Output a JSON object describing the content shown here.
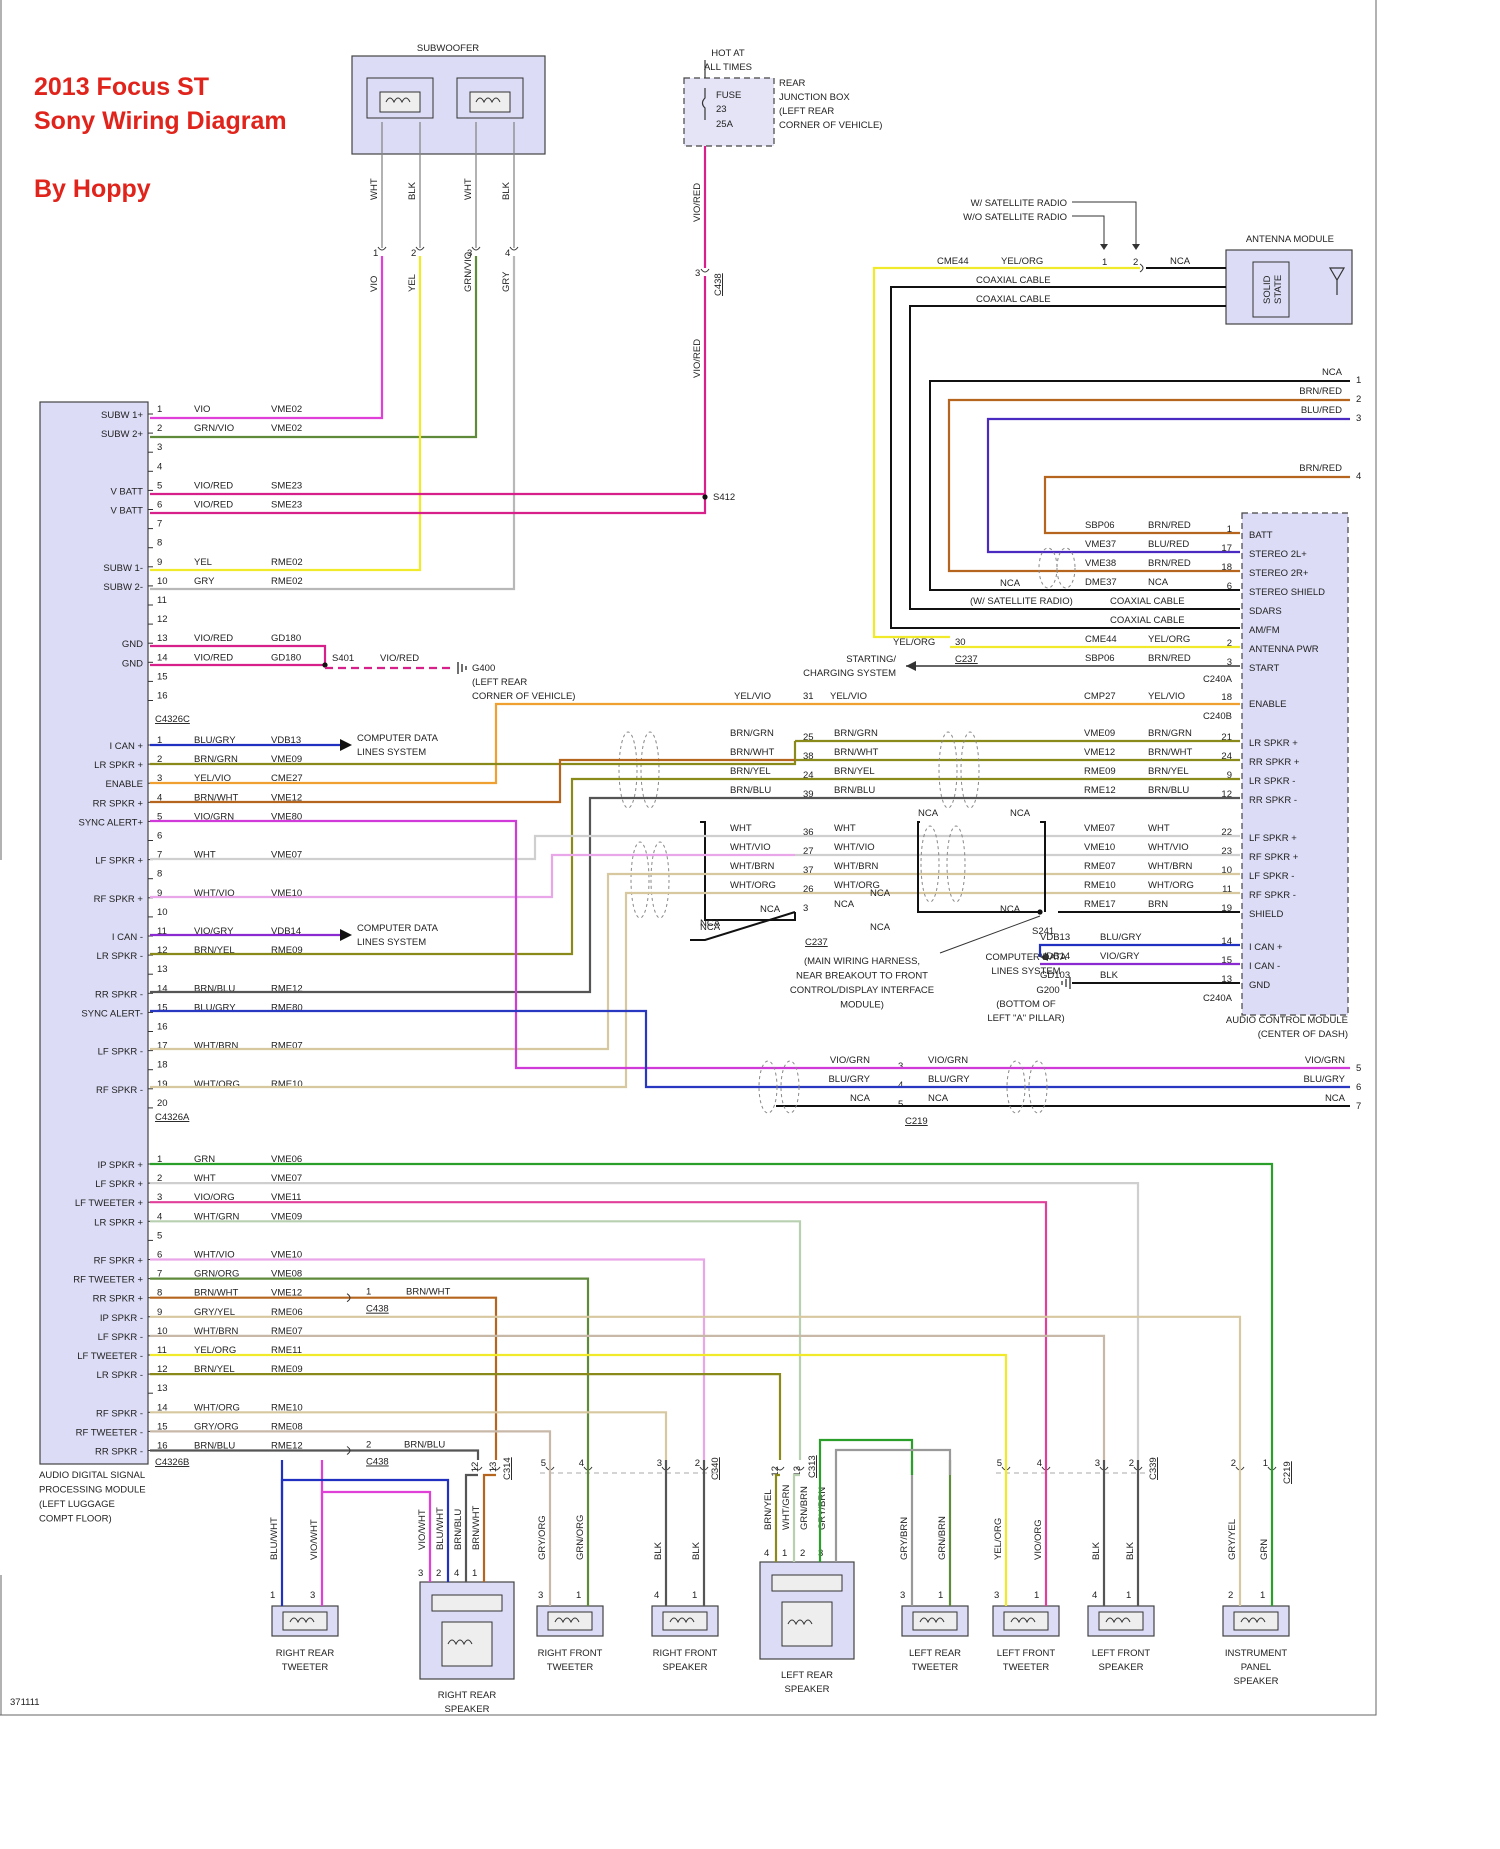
{
  "title": {
    "line1": "2013 Focus ST",
    "line2": "Sony Wiring Diagram",
    "author": "By Hoppy"
  },
  "figure_id": "371111",
  "colors": {
    "vio": "#e040d8",
    "grn_vio": "#5e8a3a",
    "yel": "#f0ea2a",
    "gry": "#b8b8b8",
    "vio_red": "#d8208a",
    "brn": "#b5651d",
    "blu": "#2030c0",
    "blk": "#111111",
    "box": "#dcdcf6",
    "title": "#e0241b",
    "grn": "#2aa02a",
    "olive": "#8a8a1a",
    "orange": "#f0a030",
    "white_wire": "#cfcfcf",
    "tan": "#d8c8a0"
  },
  "subwoofer": {
    "label": "SUBWOOFER",
    "wires": [
      {
        "pin": "1",
        "color": "WHT",
        "circuit": "VIO"
      },
      {
        "pin": "2",
        "color": "BLK",
        "circuit": "YEL"
      },
      {
        "pin": "3",
        "color": "WHT",
        "circuit": "GRN/VIO"
      },
      {
        "pin": "4",
        "color": "BLK",
        "circuit": "GRY"
      }
    ]
  },
  "fuse": {
    "hot": "HOT AT",
    "always": "ALL TIMES",
    "fuse": "FUSE",
    "num": "23",
    "amp": "25A",
    "jb": [
      "REAR",
      "JUNCTION BOX",
      "(LEFT REAR",
      "CORNER OF VEHICLE)"
    ],
    "wire_top": "VIO/RED",
    "conn": "C438",
    "conn_pin": "3",
    "wire_bottom": "VIO/RED",
    "splice": "S412"
  },
  "antenna": {
    "label": "ANTENNA MODULE",
    "solid": "SOLID",
    "state": "STATE",
    "sat_with": "W/ SATELLITE RADIO",
    "sat_without": "W/O SATELLITE RADIO",
    "pins": [
      "1",
      "2"
    ],
    "nca": "NCA",
    "cme44": "CME44",
    "yel_org": "YEL/ORG",
    "coax1": "COAXIAL CABLE",
    "coax2": "COAXIAL CABLE"
  },
  "right_col": [
    {
      "label": "NCA",
      "pin": "1"
    },
    {
      "label": "BRN/RED",
      "pin": "2"
    },
    {
      "label": "BLU/RED",
      "pin": "3"
    },
    {
      "label": "BRN/RED",
      "pin": "4"
    }
  ],
  "dsp": {
    "module_name": [
      "AUDIO DIGITAL SIGNAL",
      "PROCESSING MODULE",
      "(LEFT LUGGAGE",
      "COMPT FLOOR)"
    ],
    "c4326c": {
      "conn": "C4326C",
      "pins": [
        {
          "pin": "1",
          "label": "SUBW 1+",
          "color": "VIO",
          "circuit": "VME02"
        },
        {
          "pin": "2",
          "label": "SUBW 2+",
          "color": "GRN/VIO",
          "circuit": "VME02"
        },
        {
          "pin": "3",
          "label": "",
          "color": "",
          "circuit": ""
        },
        {
          "pin": "4",
          "label": "",
          "color": "",
          "circuit": ""
        },
        {
          "pin": "5",
          "label": "V BATT",
          "color": "VIO/RED",
          "circuit": "SME23"
        },
        {
          "pin": "6",
          "label": "V BATT",
          "color": "VIO/RED",
          "circuit": "SME23"
        },
        {
          "pin": "7",
          "label": "",
          "color": "",
          "circuit": ""
        },
        {
          "pin": "8",
          "label": "",
          "color": "",
          "circuit": ""
        },
        {
          "pin": "9",
          "label": "SUBW 1-",
          "color": "YEL",
          "circuit": "RME02"
        },
        {
          "pin": "10",
          "label": "SUBW 2-",
          "color": "GRY",
          "circuit": "RME02"
        },
        {
          "pin": "11",
          "label": "",
          "color": "",
          "circuit": ""
        },
        {
          "pin": "12",
          "label": "",
          "color": "",
          "circuit": ""
        },
        {
          "pin": "13",
          "label": "GND",
          "color": "VIO/RED",
          "circuit": "GD180"
        },
        {
          "pin": "14",
          "label": "GND",
          "color": "VIO/RED",
          "circuit": "GD180"
        },
        {
          "pin": "15",
          "label": "",
          "color": "",
          "circuit": ""
        },
        {
          "pin": "16",
          "label": "",
          "color": "",
          "circuit": ""
        }
      ],
      "s401": "S401",
      "g400": "G400",
      "g400_loc": [
        "(LEFT REAR",
        "CORNER OF VEHICLE)"
      ],
      "vio_red": "VIO/RED"
    },
    "c4326a": {
      "conn": "C4326A",
      "pins": [
        {
          "pin": "1",
          "label": "I CAN +",
          "color": "BLU/GRY",
          "circuit": "VDB13"
        },
        {
          "pin": "2",
          "label": "LR SPKR +",
          "color": "BRN/GRN",
          "circuit": "VME09"
        },
        {
          "pin": "3",
          "label": "ENABLE",
          "color": "YEL/VIO",
          "circuit": "CME27"
        },
        {
          "pin": "4",
          "label": "RR SPKR +",
          "color": "BRN/WHT",
          "circuit": "VME12"
        },
        {
          "pin": "5",
          "label": "SYNC ALERT+",
          "color": "VIO/GRN",
          "circuit": "VME80"
        },
        {
          "pin": "6",
          "label": "",
          "color": "",
          "circuit": ""
        },
        {
          "pin": "7",
          "label": "LF SPKR +",
          "color": "WHT",
          "circuit": "VME07"
        },
        {
          "pin": "8",
          "label": "",
          "color": "",
          "circuit": ""
        },
        {
          "pin": "9",
          "label": "RF SPKR +",
          "color": "WHT/VIO",
          "circuit": "VME10"
        },
        {
          "pin": "10",
          "label": "",
          "color": "",
          "circuit": ""
        },
        {
          "pin": "11",
          "label": "I CAN -",
          "color": "VIO/GRY",
          "circuit": "VDB14"
        },
        {
          "pin": "12",
          "label": "LR SPKR -",
          "color": "BRN/YEL",
          "circuit": "RME09"
        },
        {
          "pin": "13",
          "label": "",
          "color": "",
          "circuit": ""
        },
        {
          "pin": "14",
          "label": "RR SPKR -",
          "color": "BRN/BLU",
          "circuit": "RME12"
        },
        {
          "pin": "15",
          "label": "SYNC ALERT-",
          "color": "BLU/GRY",
          "circuit": "RME80"
        },
        {
          "pin": "16",
          "label": "",
          "color": "",
          "circuit": ""
        },
        {
          "pin": "17",
          "label": "LF SPKR -",
          "color": "WHT/BRN",
          "circuit": "RME07"
        },
        {
          "pin": "18",
          "label": "",
          "color": "",
          "circuit": ""
        },
        {
          "pin": "19",
          "label": "RF SPKR -",
          "color": "WHT/ORG",
          "circuit": "RME10"
        },
        {
          "pin": "20",
          "label": "",
          "color": "",
          "circuit": ""
        }
      ],
      "cdl1": [
        "COMPUTER DATA",
        "LINES SYSTEM"
      ],
      "cdl2": [
        "COMPUTER DATA",
        "LINES SYSTEM"
      ]
    },
    "c4326b": {
      "conn": "C4326B",
      "pins": [
        {
          "pin": "1",
          "label": "IP SPKR +",
          "color": "GRN",
          "circuit": "VME06"
        },
        {
          "pin": "2",
          "label": "LF SPKR +",
          "color": "WHT",
          "circuit": "VME07"
        },
        {
          "pin": "3",
          "label": "LF TWEETER +",
          "color": "VIO/ORG",
          "circuit": "VME11"
        },
        {
          "pin": "4",
          "label": "LR SPKR +",
          "color": "WHT/GRN",
          "circuit": "VME09"
        },
        {
          "pin": "5",
          "label": "",
          "color": "",
          "circuit": ""
        },
        {
          "pin": "6",
          "label": "RF SPKR +",
          "color": "WHT/VIO",
          "circuit": "VME10"
        },
        {
          "pin": "7",
          "label": "RF TWEETER +",
          "color": "GRN/ORG",
          "circuit": "VME08"
        },
        {
          "pin": "8",
          "label": "RR SPKR +",
          "color": "BRN/WHT",
          "circuit": "VME12"
        },
        {
          "pin": "9",
          "label": "IP SPKR -",
          "color": "GRY/YEL",
          "circuit": "RME06"
        },
        {
          "pin": "10",
          "label": "LF SPKR -",
          "color": "WHT/BRN",
          "circuit": "RME07"
        },
        {
          "pin": "11",
          "label": "LF TWEETER -",
          "color": "YEL/ORG",
          "circuit": "RME11"
        },
        {
          "pin": "12",
          "label": "LR SPKR -",
          "color": "BRN/YEL",
          "circuit": "RME09"
        },
        {
          "pin": "13",
          "label": "",
          "color": "",
          "circuit": ""
        },
        {
          "pin": "14",
          "label": "RF SPKR -",
          "color": "WHT/ORG",
          "circuit": "RME10"
        },
        {
          "pin": "15",
          "label": "RF TWEETER -",
          "color": "GRY/ORG",
          "circuit": "RME08"
        },
        {
          "pin": "16",
          "label": "RR SPKR -",
          "color": "BRN/BLU",
          "circuit": "RME12"
        }
      ],
      "c438a": {
        "pin": "1",
        "conn": "C438",
        "color": "BRN/WHT"
      },
      "c438b": {
        "pin": "2",
        "conn": "C438",
        "color": "BRN/BLU"
      }
    }
  },
  "acm": {
    "name": [
      "AUDIO CONTROL MODULE",
      "(CENTER OF DASH)"
    ],
    "c240a_top": [
      {
        "circuit": "SBP06",
        "color": "BRN/RED",
        "pin": "1",
        "label": "BATT"
      },
      {
        "circuit": "VME37",
        "color": "BLU/RED",
        "pin": "17",
        "label": "STEREO 2L+"
      },
      {
        "circuit": "VME38",
        "color": "BRN/RED",
        "pin": "18",
        "label": "STEREO 2R+"
      },
      {
        "circuit": "DME37",
        "color": "NCA",
        "pin": "6",
        "label": "STEREO SHIELD"
      },
      {
        "circuit": "",
        "color": "",
        "pin": "",
        "label": "SDARS"
      },
      {
        "circuit": "",
        "color": "",
        "pin": "",
        "label": "AM/FM"
      },
      {
        "circuit": "CME44",
        "color": "YEL/ORG",
        "pin": "2",
        "label": "ANTENNA PWR"
      },
      {
        "circuit": "SBP06",
        "color": "BRN/RED",
        "pin": "3",
        "label": "START"
      }
    ],
    "c240a_conn": "C240A",
    "nca_left": "NCA",
    "sat_note": "(W/ SATELLITE RADIO)",
    "coax1": "COAXIAL CABLE",
    "coax2": "COAXIAL CABLE",
    "c237_yelorg": "YEL/ORG",
    "c237_pin": "30",
    "c237": "C237",
    "starting": [
      "STARTING/",
      "CHARGING SYSTEM"
    ],
    "c240b": {
      "circuit": "CMP27",
      "color": "YEL/VIO",
      "pin": "18",
      "label": "ENABLE",
      "conn": "C240B"
    },
    "spk": [
      {
        "circuit": "VME09",
        "color": "BRN/GRN",
        "pin": "21",
        "label": "LR SPKR +",
        "c237pin": "25",
        "lcolor": "BRN/GRN"
      },
      {
        "circuit": "VME12",
        "color": "BRN/WHT",
        "pin": "24",
        "label": "RR SPKR +",
        "c237pin": "38",
        "lcolor": "BRN/WHT"
      },
      {
        "circuit": "RME09",
        "color": "BRN/YEL",
        "pin": "9",
        "label": "LR SPKR -",
        "c237pin": "24",
        "lcolor": "BRN/YEL"
      },
      {
        "circuit": "RME12",
        "color": "BRN/BLU",
        "pin": "12",
        "label": "RR SPKR -",
        "c237pin": "39",
        "lcolor": "BRN/BLU"
      },
      {
        "circuit": "VME07",
        "color": "WHT",
        "pin": "22",
        "label": "LF SPKR +",
        "c237pin": "36",
        "lcolor": "WHT"
      },
      {
        "circuit": "VME10",
        "color": "WHT/VIO",
        "pin": "23",
        "label": "RF SPKR +",
        "c237pin": "27",
        "lcolor": "WHT/VIO"
      },
      {
        "circuit": "RME07",
        "color": "WHT/BRN",
        "pin": "10",
        "label": "LF SPKR -",
        "c237pin": "37",
        "lcolor": "WHT/BRN"
      },
      {
        "circuit": "RME10",
        "color": "WHT/ORG",
        "pin": "11",
        "label": "RF SPKR -",
        "c237pin": "26",
        "lcolor": "WHT/ORG"
      },
      {
        "circuit": "RME17",
        "color": "BRN",
        "pin": "19",
        "label": "SHIELD",
        "c237pin": "3",
        "lcolor": "NCA"
      }
    ],
    "nca_labels": [
      "NCA",
      "NCA",
      "NCA",
      "NCA",
      "NCA"
    ],
    "s241": "S241",
    "harness_note": [
      "(MAIN WIRING HARNESS,",
      "NEAR BREAKOUT TO FRONT",
      "CONTROL/DISPLAY INTERFACE",
      "MODULE)"
    ],
    "c237b": "C237",
    "ican": [
      {
        "circuit": "VDB13",
        "color": "BLU/GRY",
        "pin": "14",
        "label": "I CAN +"
      },
      {
        "circuit": "VDB14",
        "color": "VIO/GRY",
        "pin": "15",
        "label": "I CAN -"
      },
      {
        "circuit": "GD103",
        "color": "BLK",
        "pin": "13",
        "label": "GND"
      }
    ],
    "cdl": [
      "COMPUTER DATA",
      "LINES SYSTEM"
    ],
    "g200": "G200",
    "g200_loc": [
      "(BOTTOM OF",
      "LEFT \"A\" PILLAR)"
    ],
    "c240a_bottom": "C240A"
  },
  "c219": {
    "rows": [
      {
        "color": "VIO/GRN",
        "pin": "3",
        "rcolor": "VIO/GRN",
        "rpin": "5"
      },
      {
        "color": "BLU/GRY",
        "pin": "4",
        "rcolor": "BLU/GRY",
        "rpin": "6"
      },
      {
        "color": "NCA",
        "pin": "5",
        "rcolor": "NCA",
        "rpin": "7"
      }
    ],
    "conn": "C219"
  },
  "speakers": [
    {
      "name": [
        "RIGHT REAR",
        "TWEETER"
      ],
      "wires": [
        "BLU/WHT",
        "VIO/WHT"
      ],
      "pins": [
        "1",
        "3"
      ]
    },
    {
      "name": [
        "RIGHT REAR",
        "SPEAKER"
      ],
      "wires": [
        "VIO/WHT",
        "BLU/WHT",
        "BRN/BLU",
        "BRN/WHT"
      ],
      "pins": [
        "3",
        "2",
        "4",
        "1"
      ]
    },
    {
      "name": [
        "RIGHT FRONT",
        "TWEETER"
      ],
      "wires": [
        "GRY/ORG",
        "GRN/ORG"
      ],
      "pins": [
        "3",
        "1"
      ]
    },
    {
      "name": [
        "RIGHT FRONT",
        "SPEAKER"
      ],
      "wires": [
        "BLK",
        "BLK"
      ],
      "pins": [
        "4",
        "1"
      ]
    },
    {
      "name": [
        "LEFT REAR",
        "SPEAKER"
      ],
      "wires": [
        "BRN/YEL",
        "WHT/GRN",
        "GRN/BRN",
        "GRY/BRN"
      ],
      "pins": [
        "4",
        "1",
        "2",
        "3"
      ]
    },
    {
      "name": [
        "LEFT REAR",
        "TWEETER"
      ],
      "wires": [
        "GRY/BRN",
        "GRN/BRN"
      ],
      "pins": [
        "3",
        "1"
      ]
    },
    {
      "name": [
        "LEFT FRONT",
        "TWEETER"
      ],
      "wires": [
        "YEL/ORG",
        "VIO/ORG"
      ],
      "pins": [
        "3",
        "1"
      ]
    },
    {
      "name": [
        "LEFT FRONT",
        "SPEAKER"
      ],
      "wires": [
        "BLK",
        "BLK"
      ],
      "pins": [
        "4",
        "1"
      ]
    },
    {
      "name": [
        "INSTRUMENT",
        "PANEL",
        "SPEAKER"
      ],
      "wires": [
        "GRY/YEL",
        "GRN"
      ],
      "pins": [
        "2",
        "1"
      ]
    }
  ],
  "conns_bottom": {
    "c314": "C314",
    "c340": "C340",
    "c313": "C313",
    "c339": "C339",
    "c219": "C219",
    "c314_pins": [
      "12",
      "13"
    ],
    "c340_pins": [
      "5",
      "4",
      "3",
      "2"
    ],
    "c313_pins": [
      "12",
      "13"
    ],
    "c339_pins": [
      "5",
      "4",
      "3",
      "2"
    ],
    "c219_pins": [
      "2",
      "1"
    ]
  }
}
